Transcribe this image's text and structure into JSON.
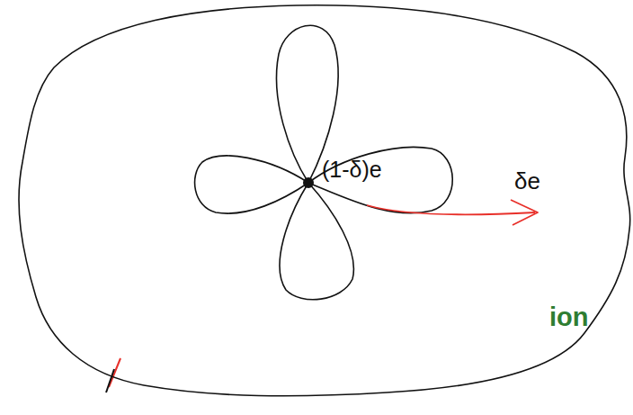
{
  "diagram": {
    "nodes": [
      {
        "text": [
          "ion"
        ]
      }
    ],
    "labels": [
      "(1-δ)e",
      "δe"
    ]
  }
}
